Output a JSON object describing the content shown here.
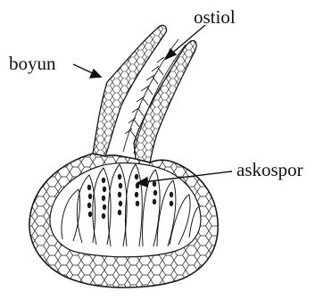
{
  "diagram": {
    "labels": {
      "ostiole": "ostiol",
      "neck": "boyun",
      "ascospore": "askospor"
    }
  },
  "colors": {
    "ink": "#1a1a1a",
    "paper": "#ffffff"
  }
}
